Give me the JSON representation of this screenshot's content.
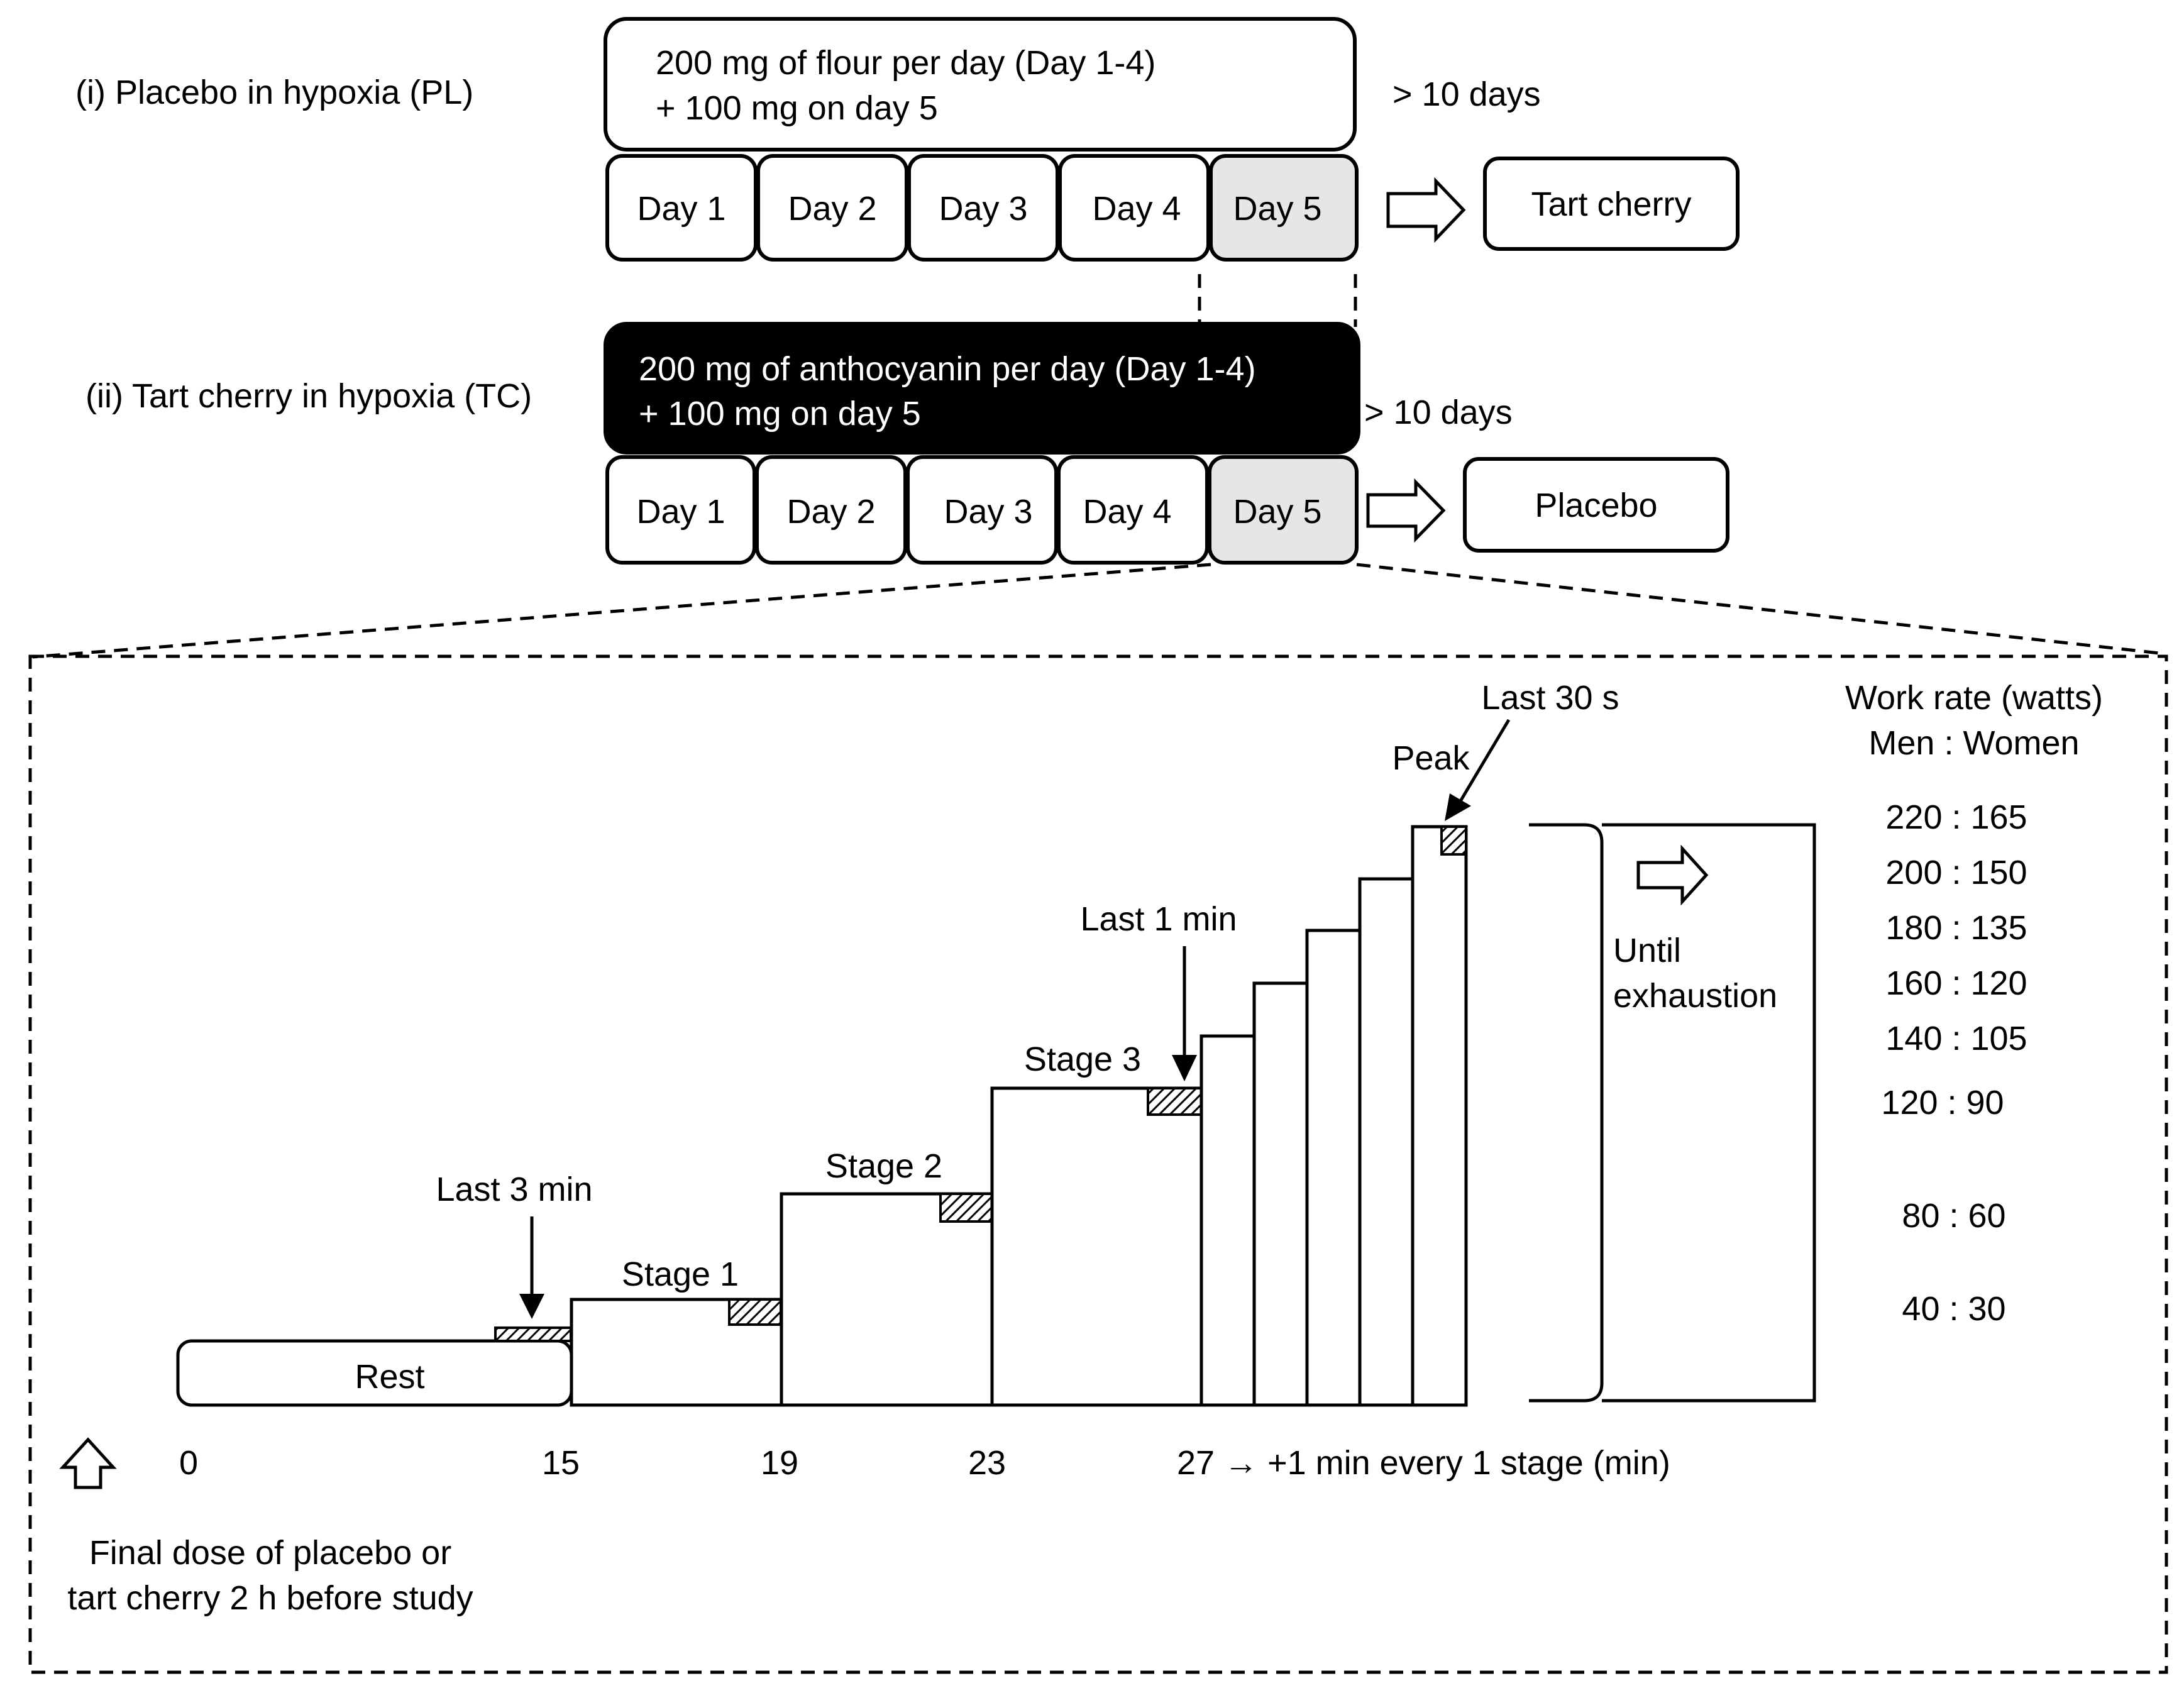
{
  "protocols": [
    {
      "label": "(i) Placebo in hypoxia (PL)",
      "dose_line1": "200 mg of flour per day (Day 1-4)",
      "dose_line2": "+ 100 mg on day 5",
      "washout": "> 10 days",
      "crossover": "Tart cherry",
      "days": [
        "Day 1",
        "Day 2",
        "Day 3",
        "Day 4",
        "Day 5"
      ]
    },
    {
      "label": "(ii) Tart cherry in hypoxia (TC)",
      "dose_line1": "200 mg of anthocyanin per day (Day 1-4)",
      "dose_line2": "+ 100 mg on day 5",
      "washout": "> 10 days",
      "crossover": "Placebo",
      "days": [
        "Day 1",
        "Day 2",
        "Day 3",
        "Day 4",
        "Day 5"
      ]
    }
  ],
  "exercise": {
    "rest_label": "Rest",
    "stage_labels": [
      "Stage 1",
      "Stage 2",
      "Stage 3"
    ],
    "peak_label": "Peak",
    "annotations": {
      "last_3min": "Last 3 min",
      "last_1min": "Last 1 min",
      "last_30s": "Last 30 s",
      "until_line1": "Until",
      "until_line2": "exhaustion"
    },
    "time_ticks": [
      "0",
      "15",
      "19",
      "23"
    ],
    "time_tail": "27 →  +1 min every 1 stage  (min)",
    "work_rate_header_line1": "Work rate (watts)",
    "work_rate_header_line2": "Men : Women",
    "work_rates": [
      "220 : 165",
      "200 : 150",
      "180 : 135",
      "160 : 120",
      "140 : 105",
      "120 : 90",
      "80 : 60",
      "40 : 30"
    ],
    "final_dose_line1": "Final dose of placebo or",
    "final_dose_line2": "tart cherry 2 h before study"
  }
}
